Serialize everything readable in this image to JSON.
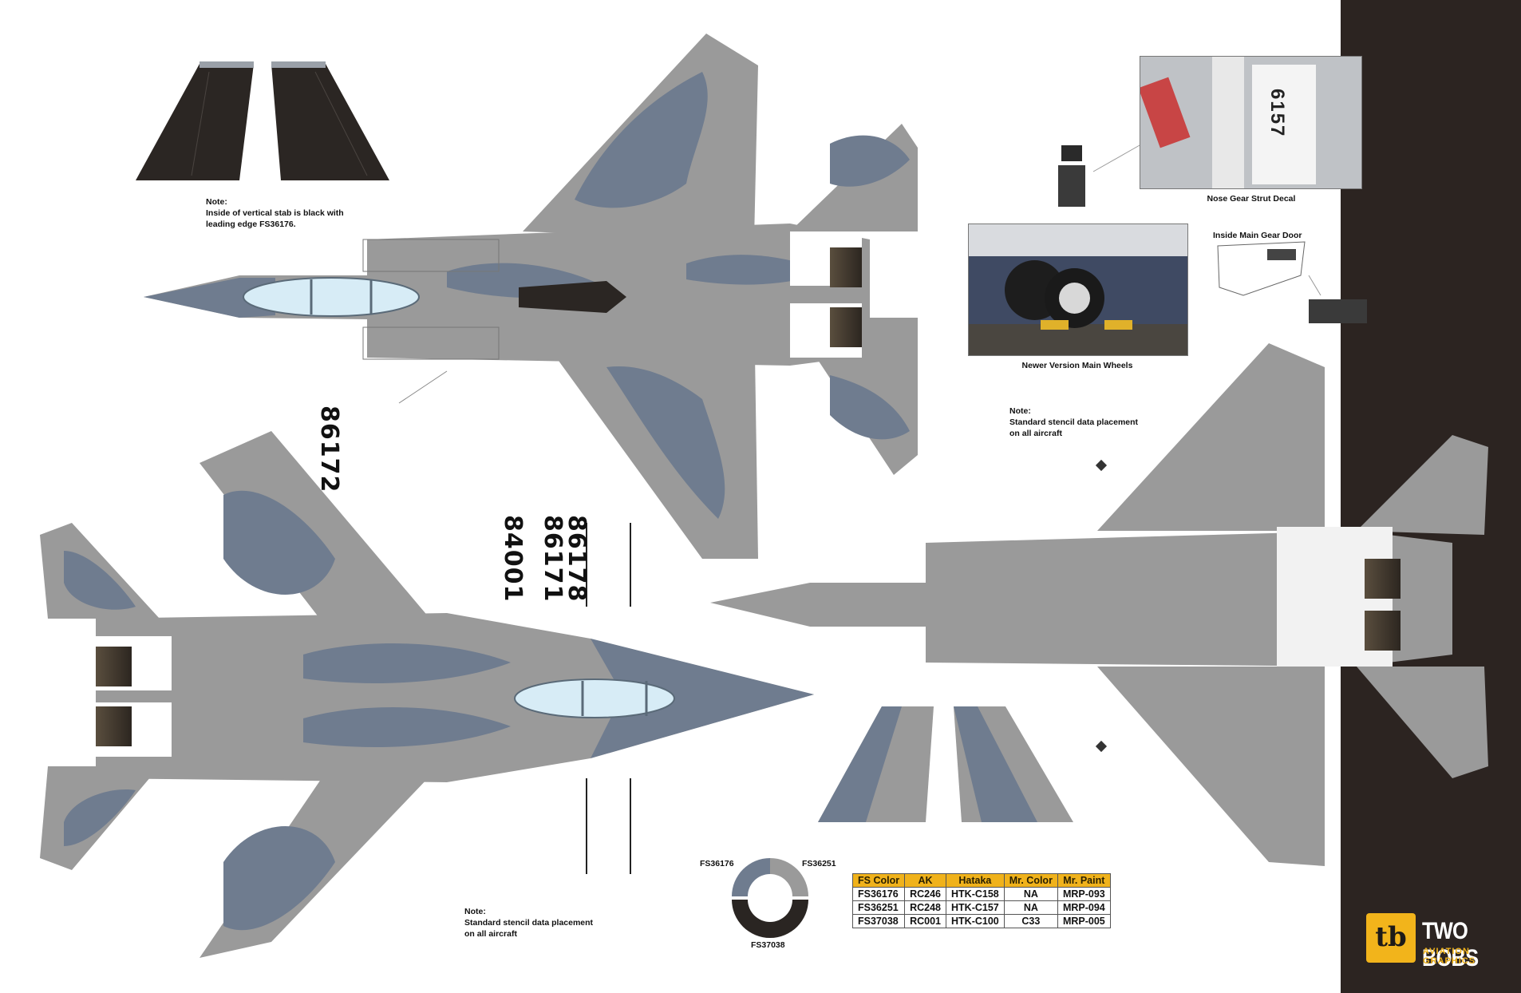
{
  "notes": {
    "vertical_stab": "Note:\nInside of vertical stab is black with\nleading edge FS36176.",
    "stencil_right": "Note:\nStandard stencil data placement\non all aircraft",
    "stencil_bottom": "Note:\nStandard stencil data placement\non all aircraft"
  },
  "captions": {
    "nose_gear": "Nose Gear Strut Decal",
    "main_wheels": "Newer Version Main Wheels",
    "main_gear_door": "Inside Main Gear Door"
  },
  "photo_text": {
    "strut_number": "6157"
  },
  "serials": {
    "top": "86172",
    "bottom_1": "84001",
    "bottom_2": "86171",
    "bottom_3": "86178"
  },
  "ring_labels": {
    "top_left": "FS36176",
    "top_right": "FS36251",
    "bottom": "FS37038"
  },
  "colors": {
    "FS36176": "#6f7c8f",
    "FS36251": "#9a9a9a",
    "FS37038": "#2a2522",
    "accent": "#f2b41b",
    "canopy": "#d7ecf6"
  },
  "color_table": {
    "headers": [
      "FS Color",
      "AK",
      "Hataka",
      "Mr. Color",
      "Mr. Paint"
    ],
    "rows": [
      [
        "FS36176",
        "RC246",
        "HTK-C158",
        "NA",
        "MRP-093"
      ],
      [
        "FS36251",
        "RC248",
        "HTK-C157",
        "NA",
        "MRP-094"
      ],
      [
        "FS37038",
        "RC001",
        "HTK-C100",
        "C33",
        "MRP-005"
      ]
    ]
  },
  "brand": {
    "logo_mark": "tb",
    "name": "TWO BOBS",
    "tagline": "AVIATION GRAPHICS"
  }
}
